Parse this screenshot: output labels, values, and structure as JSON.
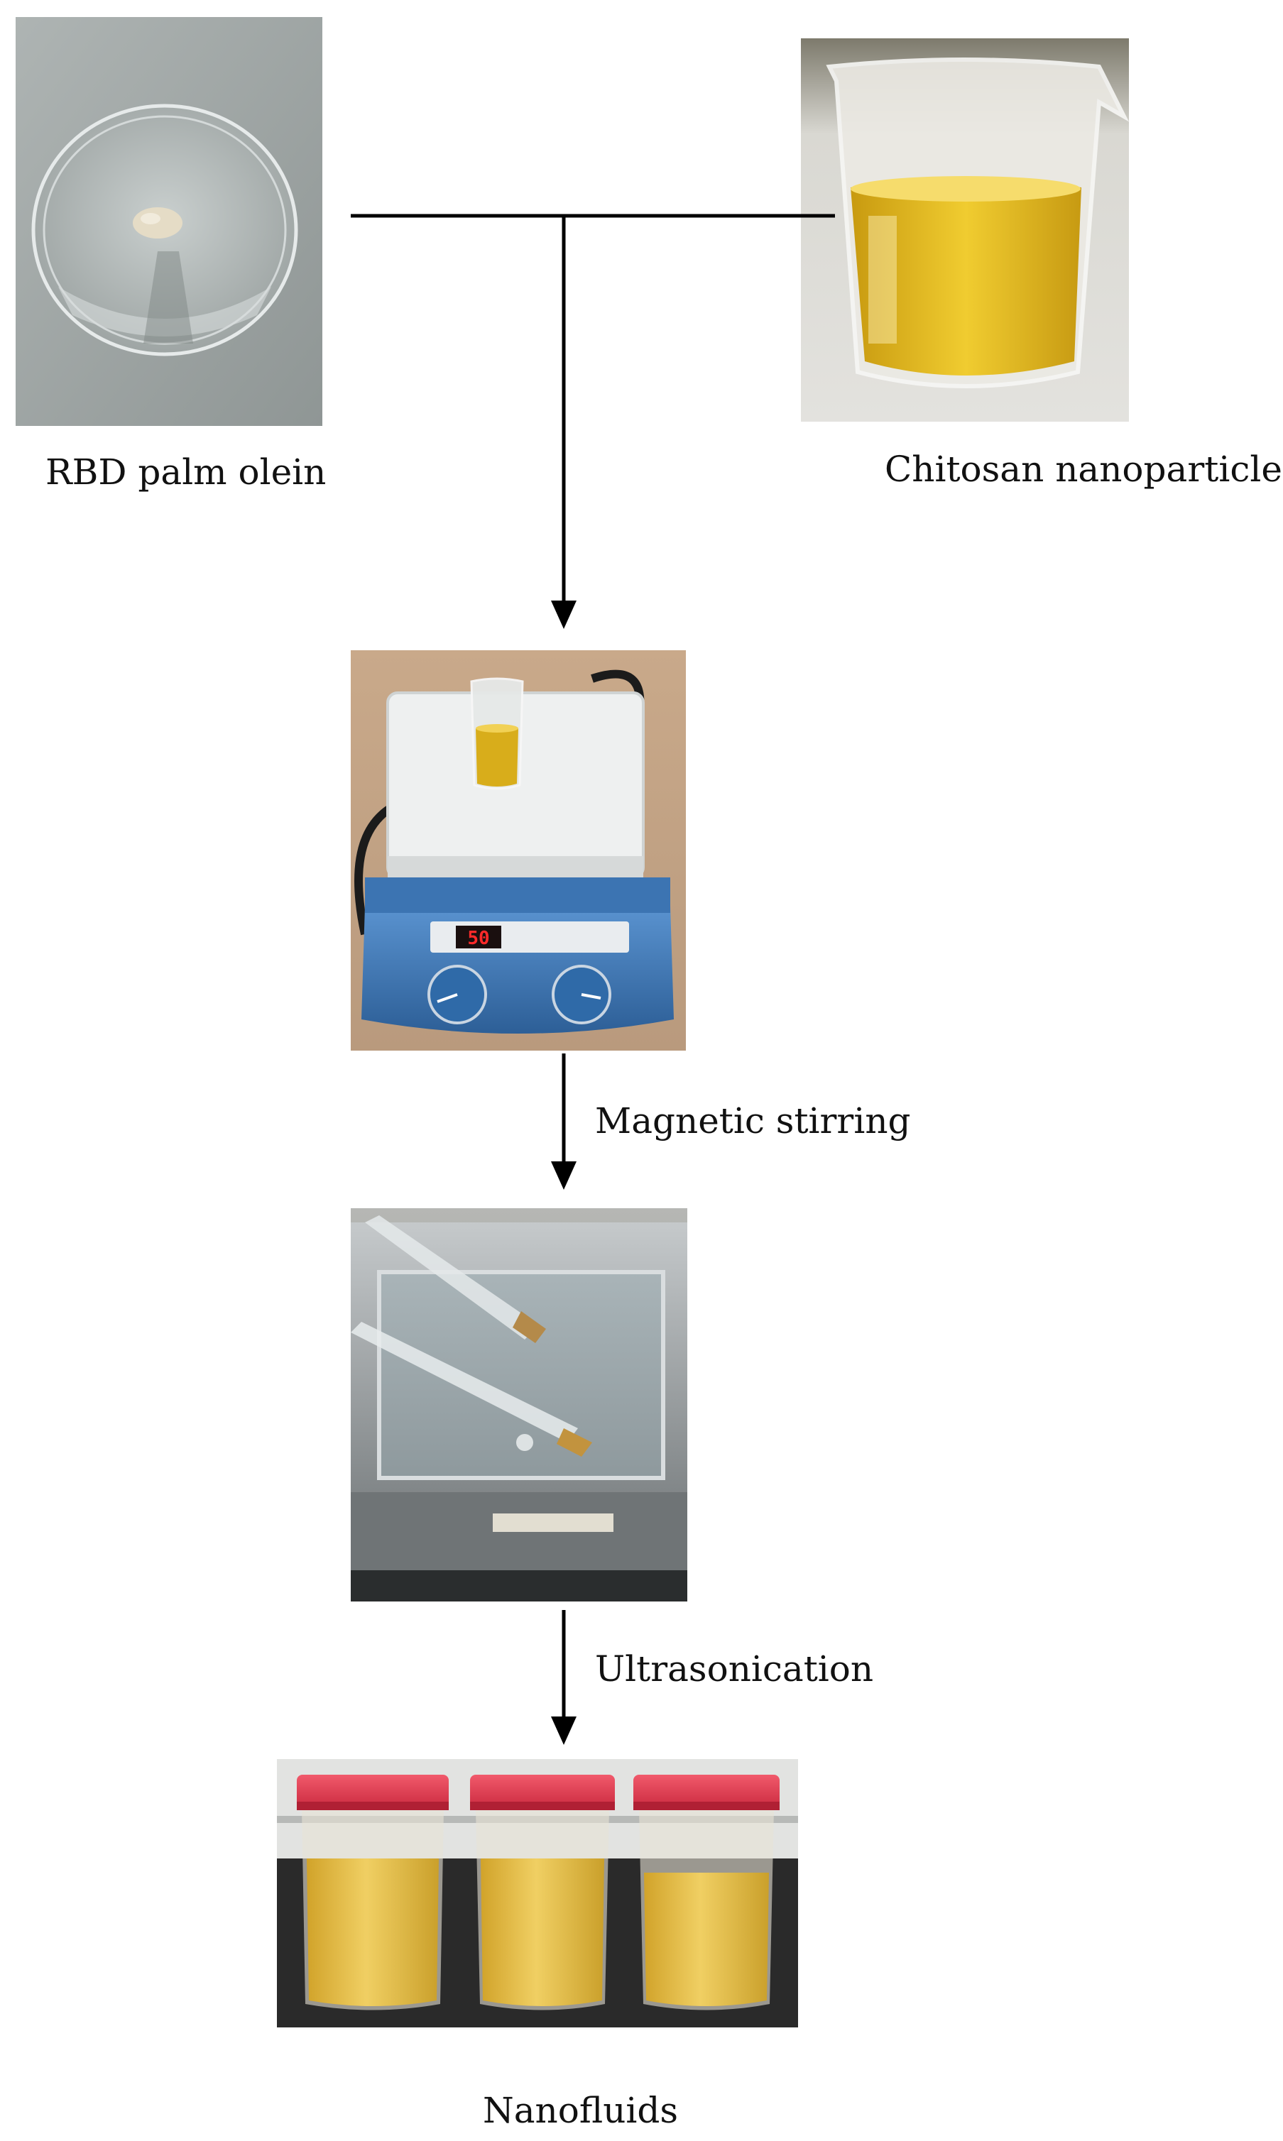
{
  "inputs": [
    {
      "label": "RBD palm olein",
      "photo": "petri-dish-photo"
    },
    {
      "label": "Chitosan nanoparticles",
      "photo": "beaker-oil-photo"
    }
  ],
  "steps": [
    {
      "photo": "hotplate-stirrer-photo",
      "display_value": "50"
    },
    {
      "photo": "ultrasonic-bath-photo"
    }
  ],
  "transitions": [
    {
      "label": "Magnetic stirring"
    },
    {
      "label": "Ultrasonication"
    }
  ],
  "output": {
    "label": "Nanofluids",
    "photo": "sample-jars-photo"
  },
  "colors": {
    "line": "#000000",
    "oil": "#d9b43a",
    "jar_lid": "#e8384e",
    "stirrer_blue": "#3f79b8",
    "display_red": "#ff2a2a"
  }
}
